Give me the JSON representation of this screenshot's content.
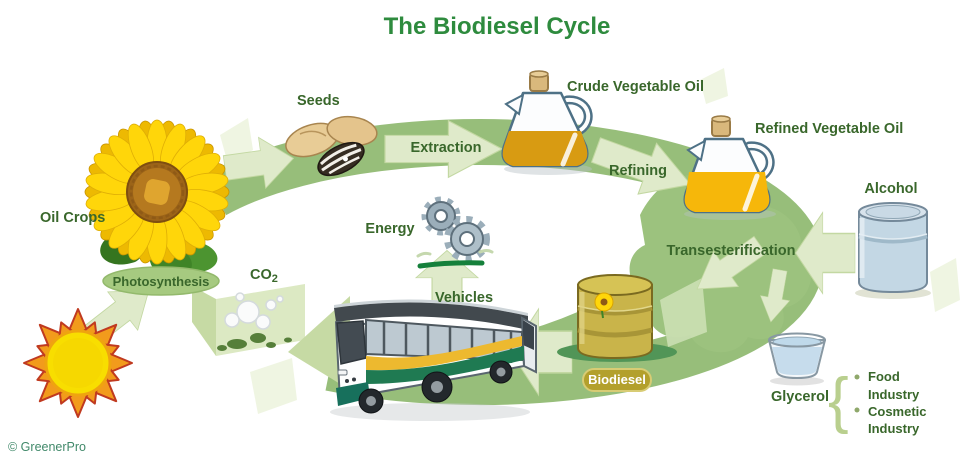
{
  "title": "The Biodiesel Cycle",
  "copyright": "© GreenerPro",
  "labels": {
    "oil_crops": "Oil Crops",
    "photosynthesis": "Photosynthesis",
    "seeds": "Seeds",
    "extraction": "Extraction",
    "crude_vegetable_oil": "Crude Vegetable Oil",
    "refining": "Refining",
    "refined_vegetable_oil": "Refined Vegetable Oil",
    "alcohol": "Alcohol",
    "transesterification": "Transesterification",
    "glycerol": "Glycerol",
    "biodiesel": "Biodiesel",
    "vehicles": "Vehicles",
    "energy": "Energy",
    "co2_base": "CO",
    "co2_sub": "2"
  },
  "glycerol_outputs": {
    "brace": "{",
    "lines": [
      "Food",
      "Industry",
      "Cosmetic",
      "Industry"
    ]
  },
  "colors": {
    "title_green": "#2E8B3E",
    "label_green": "#39672B",
    "band_green": "#97BE7A",
    "arrow_light_green": "#DFEACA",
    "photosynthesis_ellipse": "#A6CA80",
    "biodiesel_badge": "#B3A02C",
    "drum_olive": "#C9B44A",
    "alcohol_steel_blue": "#C3D7E4",
    "crude_oil_amber": "#D89B12",
    "refined_oil_yellow": "#F6B70A",
    "sun_yellow": "#F8DE00",
    "sunflower_yellow": "#FFD60A"
  }
}
